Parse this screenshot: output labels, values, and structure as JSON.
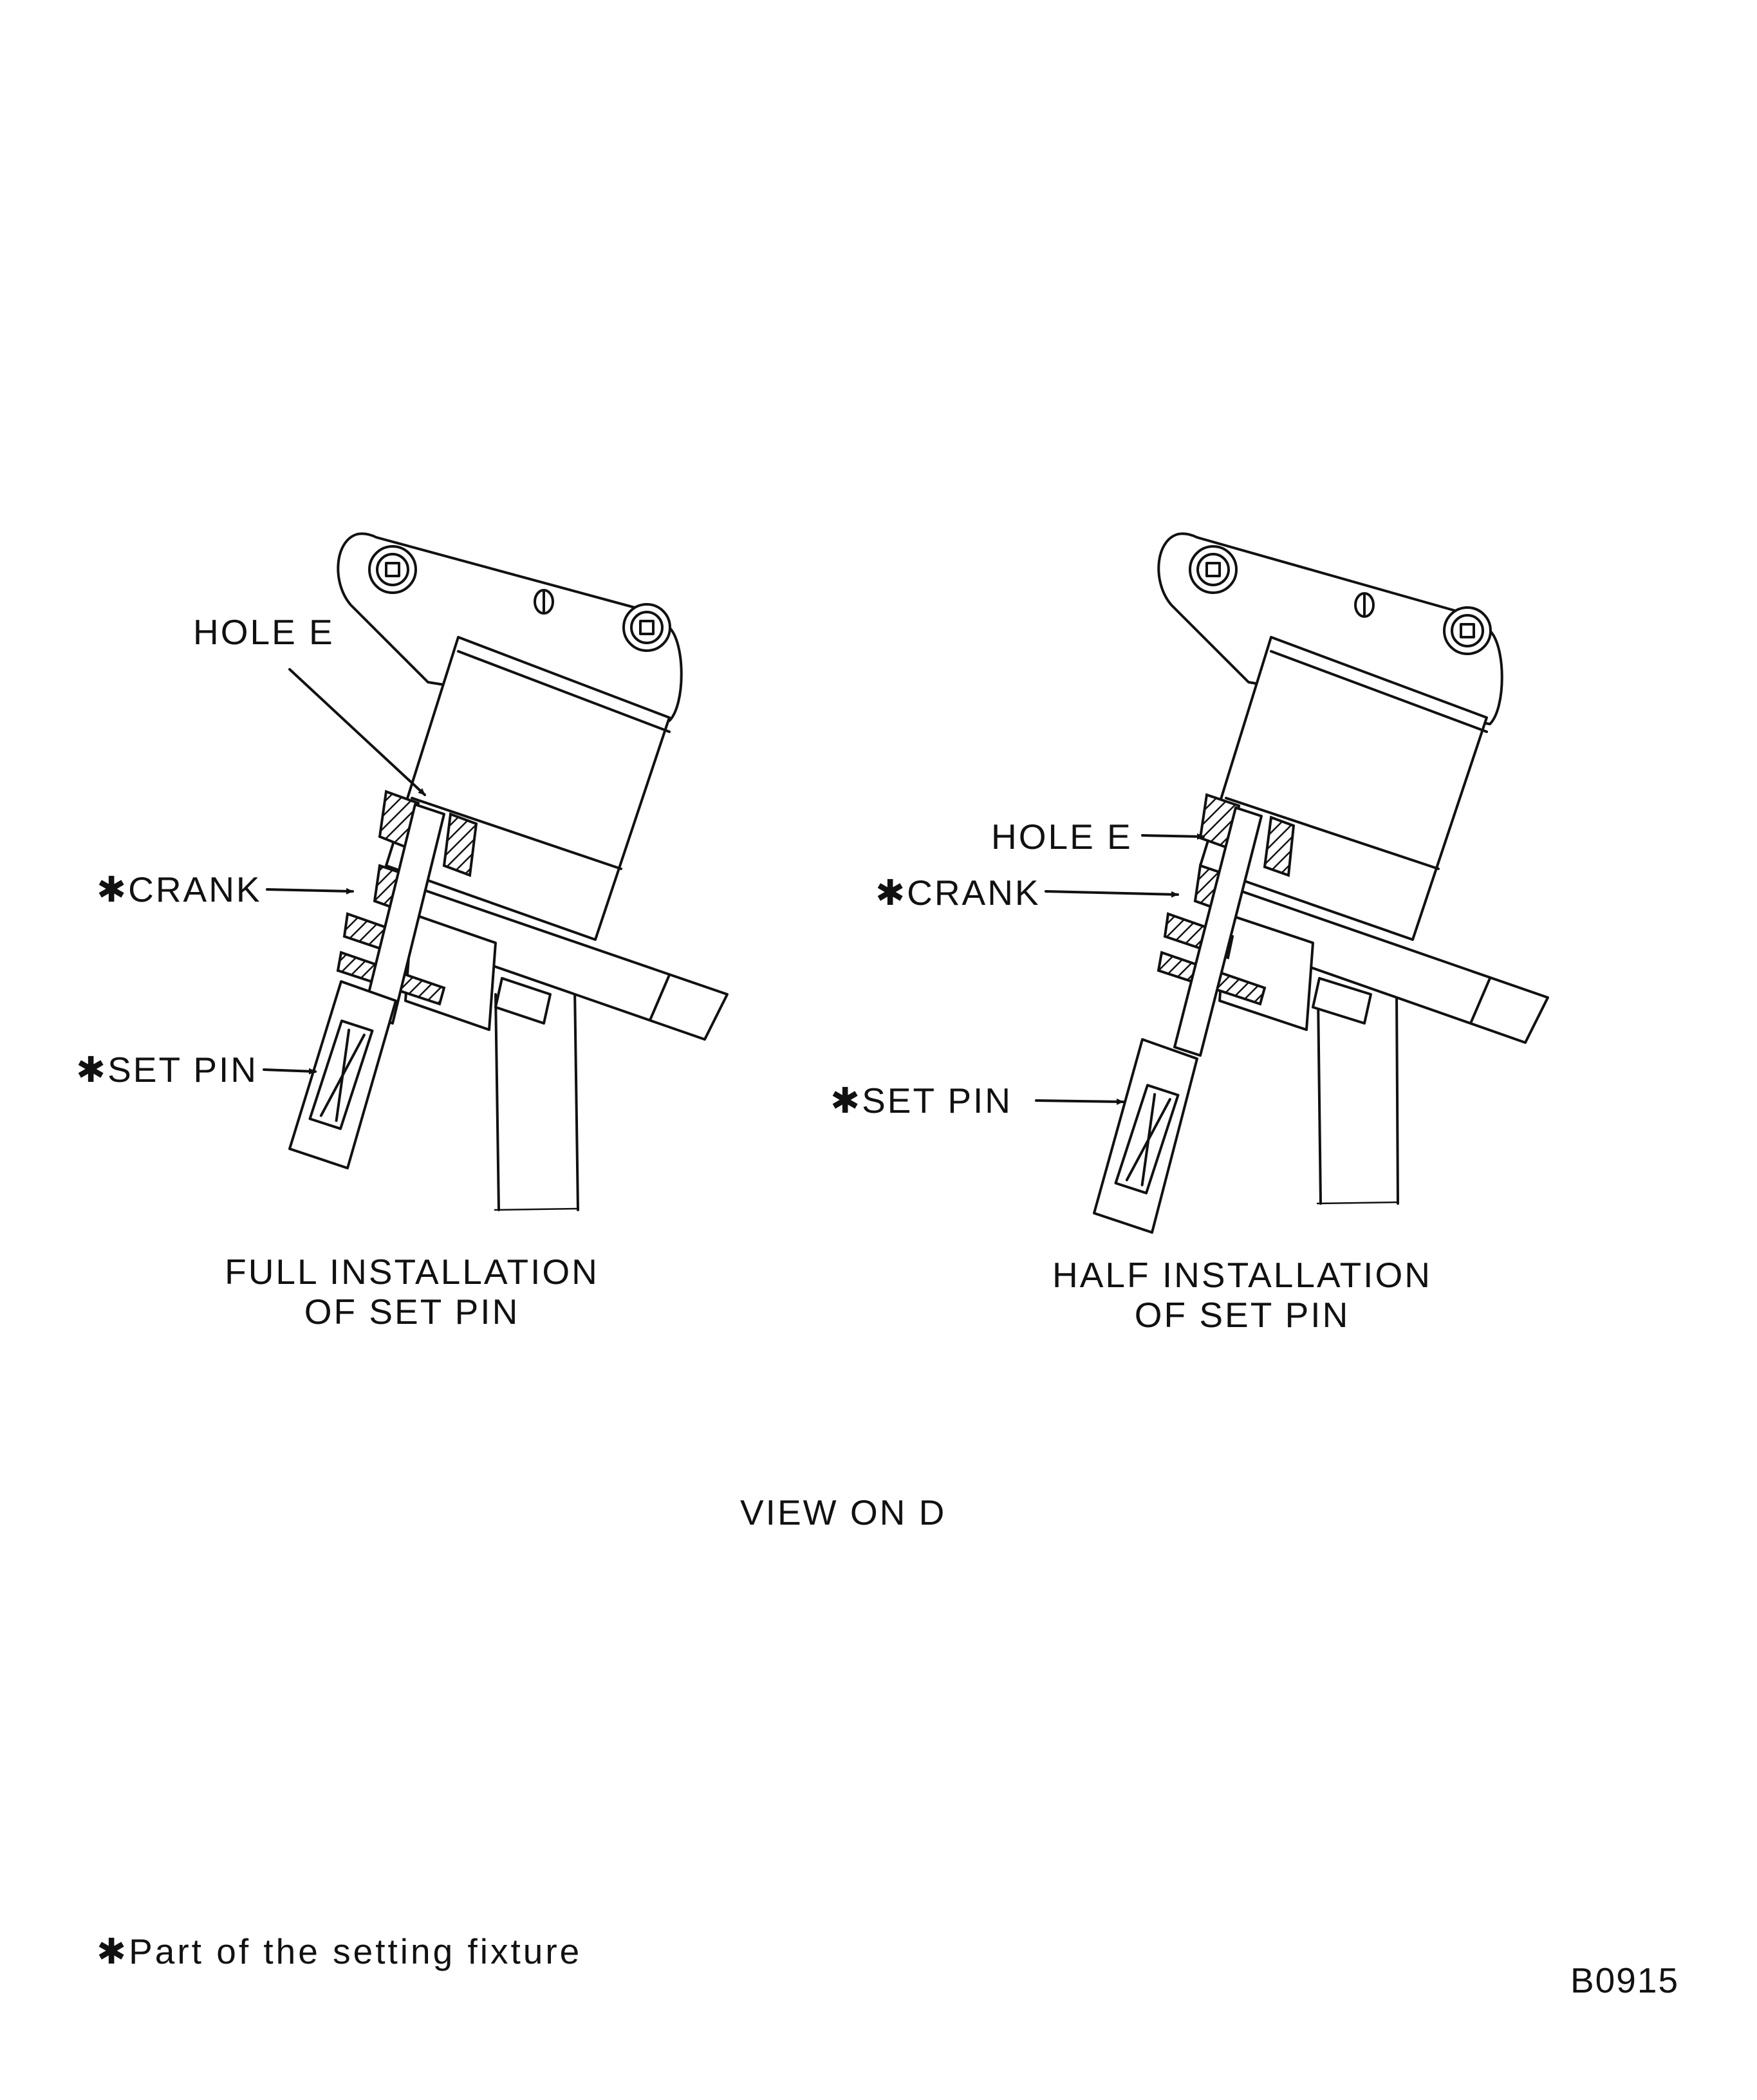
{
  "labels": {
    "asterisk": "✱",
    "hole_e": "HOLE E",
    "crank": "CRANK",
    "set_pin": "SET PIN"
  },
  "left_view": {
    "caption_line1": "FULL INSTALLATION",
    "caption_line2": "OF SET PIN"
  },
  "right_view": {
    "caption_line1": "HALF INSTALLATION",
    "caption_line2": "OF SET PIN"
  },
  "view_title": "VIEW ON D",
  "footnote": "Part of the setting fixture",
  "figure_number": "B0915"
}
